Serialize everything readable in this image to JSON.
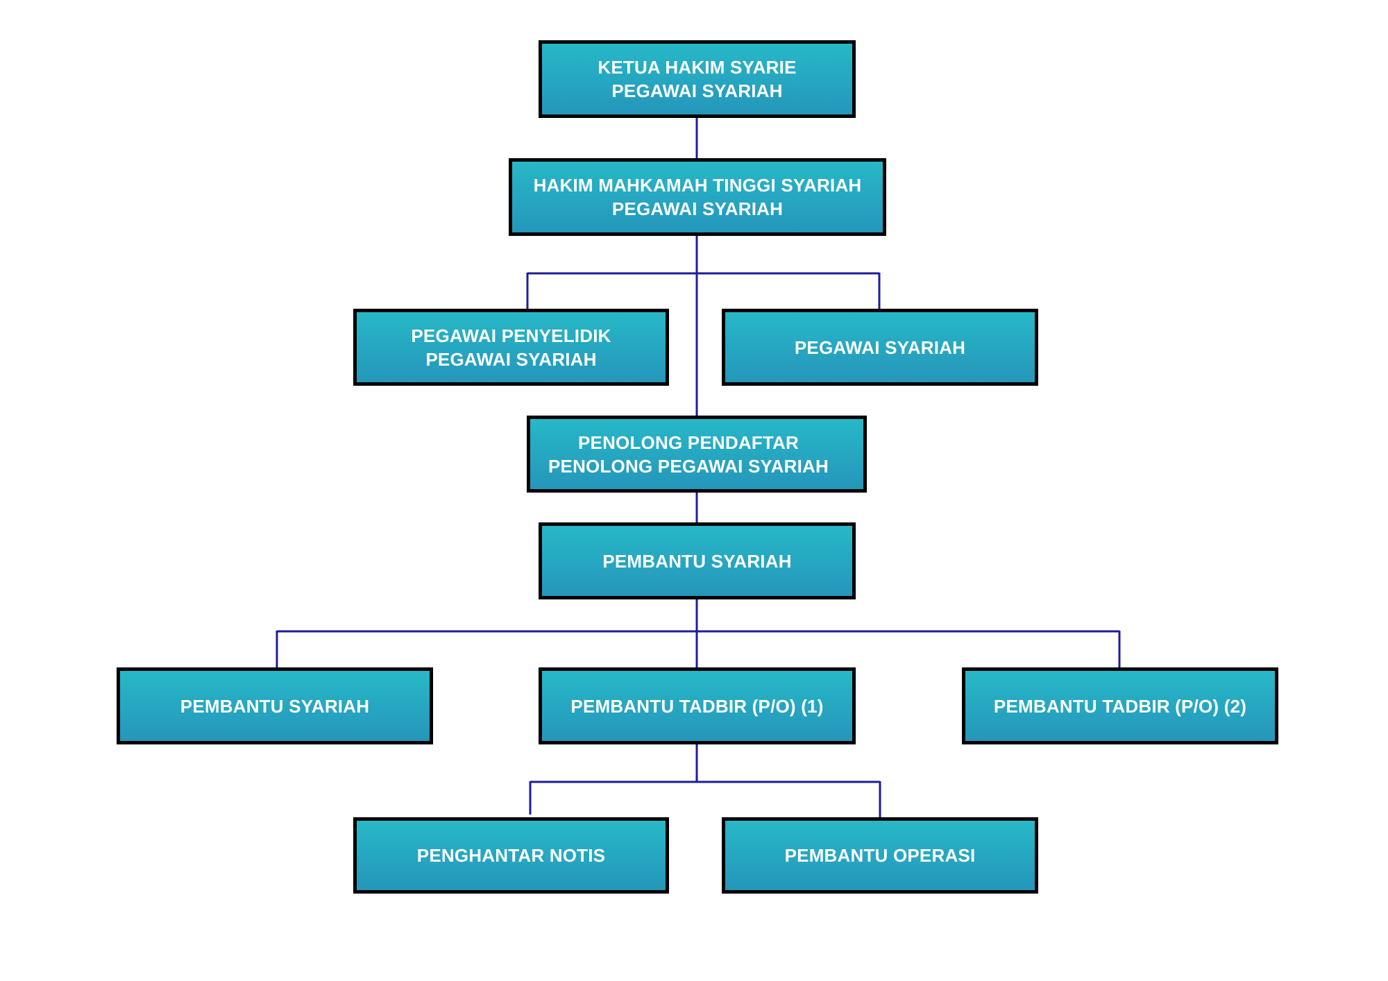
{
  "diagram": {
    "type": "org-chart",
    "line_color": "#1c1c9c",
    "box_gradient": [
      "#27b8c7",
      "#2596bb"
    ],
    "box_border_color": "#000000",
    "text_color": "#ffffff",
    "nodes": [
      {
        "id": "ketua",
        "lines": [
          "KETUA HAKIM SYARIE",
          "PEGAWAI SYARIAH"
        ],
        "parent": null
      },
      {
        "id": "hakim",
        "lines": [
          "HAKIM MAHKAMAH TINGGI SYARIAH",
          "PEGAWAI SYARIAH"
        ],
        "parent": "ketua"
      },
      {
        "id": "penyelidik",
        "lines": [
          "PEGAWAI PENYELIDIK",
          "PEGAWAI SYARIAH"
        ],
        "parent": "hakim"
      },
      {
        "id": "pegawai",
        "lines": [
          "PEGAWAI SYARIAH"
        ],
        "parent": "hakim"
      },
      {
        "id": "penolong",
        "lines": [
          "PENOLONG PENDAFTAR",
          "PENOLONG PEGAWAI SYARIAH"
        ],
        "parent": "hakim"
      },
      {
        "id": "pembantu_main",
        "lines": [
          "PEMBANTU SYARIAH"
        ],
        "parent": "penolong"
      },
      {
        "id": "pembantu_syariah",
        "lines": [
          "PEMBANTU SYARIAH"
        ],
        "parent": "pembantu_main"
      },
      {
        "id": "tadbir1",
        "lines": [
          "PEMBANTU TADBIR (P/O) (1)"
        ],
        "parent": "pembantu_main"
      },
      {
        "id": "tadbir2",
        "lines": [
          "PEMBANTU TADBIR (P/O) (2)"
        ],
        "parent": "pembantu_main"
      },
      {
        "id": "notis",
        "lines": [
          "PENGHANTAR NOTIS"
        ],
        "parent": "tadbir1"
      },
      {
        "id": "operasi",
        "lines": [
          "PEMBANTU OPERASI"
        ],
        "parent": "tadbir1"
      }
    ]
  }
}
